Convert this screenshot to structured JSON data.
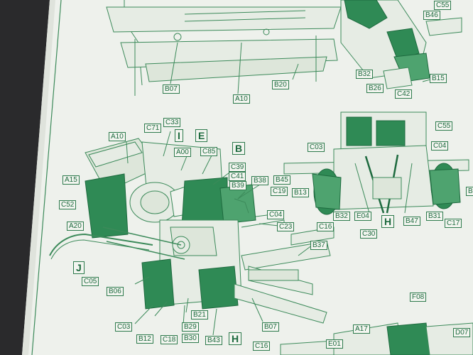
{
  "colors": {
    "ink": "#1d6a3e",
    "paper": "#f3f5f0",
    "part_fill": "#2f8a55",
    "background": "#2a2a2c"
  },
  "labels": {
    "top_c55": "C55",
    "top_b46": "B46",
    "top_b32": "B32",
    "top_b26": "B26",
    "top_c42": "C42",
    "top_b15": "B15",
    "top_b07": "B07",
    "top_a10": "A10",
    "top_b20": "B20",
    "r_c55": "C55",
    "r_c03": "C03",
    "r_c04": "C04",
    "r_b13": "B13",
    "r_b_edge": "B",
    "r_c16": "C16",
    "r_b32": "B32",
    "r_e04": "E04",
    "r_h": "H",
    "r_b47": "B47",
    "r_b31": "B31",
    "r_c17": "C17",
    "r_c30": "C30",
    "m_a10": "A10",
    "m_c71": "C71",
    "m_c33": "C33",
    "m_i": "I",
    "m_e": "E",
    "m_b": "B",
    "m_a00": "A00",
    "m_c85": "C85",
    "m_c39": "C39",
    "m_c41": "C41",
    "m_a15": "A15",
    "m_b39": "B39",
    "m_b38": "B38",
    "m_b45": "B45",
    "m_c19": "C19",
    "m_c52": "C52",
    "m_c04": "C04",
    "m_a20": "A20",
    "m_c23": "C23",
    "m_b37": "B37",
    "m_j": "J",
    "m_c05": "C05",
    "m_b06": "B06",
    "m_b21": "B21",
    "m_c03": "C03",
    "m_b29": "B29",
    "m_b07": "B07",
    "m_b12": "B12",
    "m_c18": "C18",
    "m_b30": "B30",
    "m_b43": "B43",
    "m_h": "H",
    "bot_c16": "C16",
    "bot_a17": "A17",
    "bot_e01": "E01",
    "bot_f08": "F08",
    "bot_d07": "D07"
  }
}
